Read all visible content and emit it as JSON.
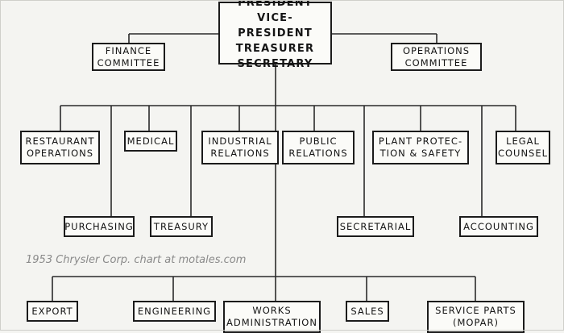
{
  "top": {
    "label": "PRESIDENT\nVICE-PRESIDENT\nTREASURER\nSECRETARY"
  },
  "committees": {
    "finance": "FINANCE\nCOMMITTEE",
    "operations": "OPERATIONS\nCOMMITTEE"
  },
  "staff_upper": {
    "restaurant": "RESTAURANT\nOPERATIONS",
    "medical": "MEDICAL",
    "industrial": "INDUSTRIAL\nRELATIONS",
    "public": "PUBLIC\nRELATIONS",
    "plant": "PLANT PROTEC-\nTION & SAFETY",
    "legal": "LEGAL\nCOUNSEL"
  },
  "staff_lower": {
    "purchasing": "PURCHASING",
    "treasury": "TREASURY",
    "secretarial": "SECRETARIAL",
    "accounting": "ACCOUNTING"
  },
  "divisions": {
    "export": "EXPORT",
    "engineering": "ENGINEERING",
    "works": "WORKS\nADMINISTRATION",
    "sales": "SALES",
    "service": "SERVICE PARTS\n(MOPAR)"
  },
  "caption": "1953 Chrysler Corp. chart at motales.com"
}
